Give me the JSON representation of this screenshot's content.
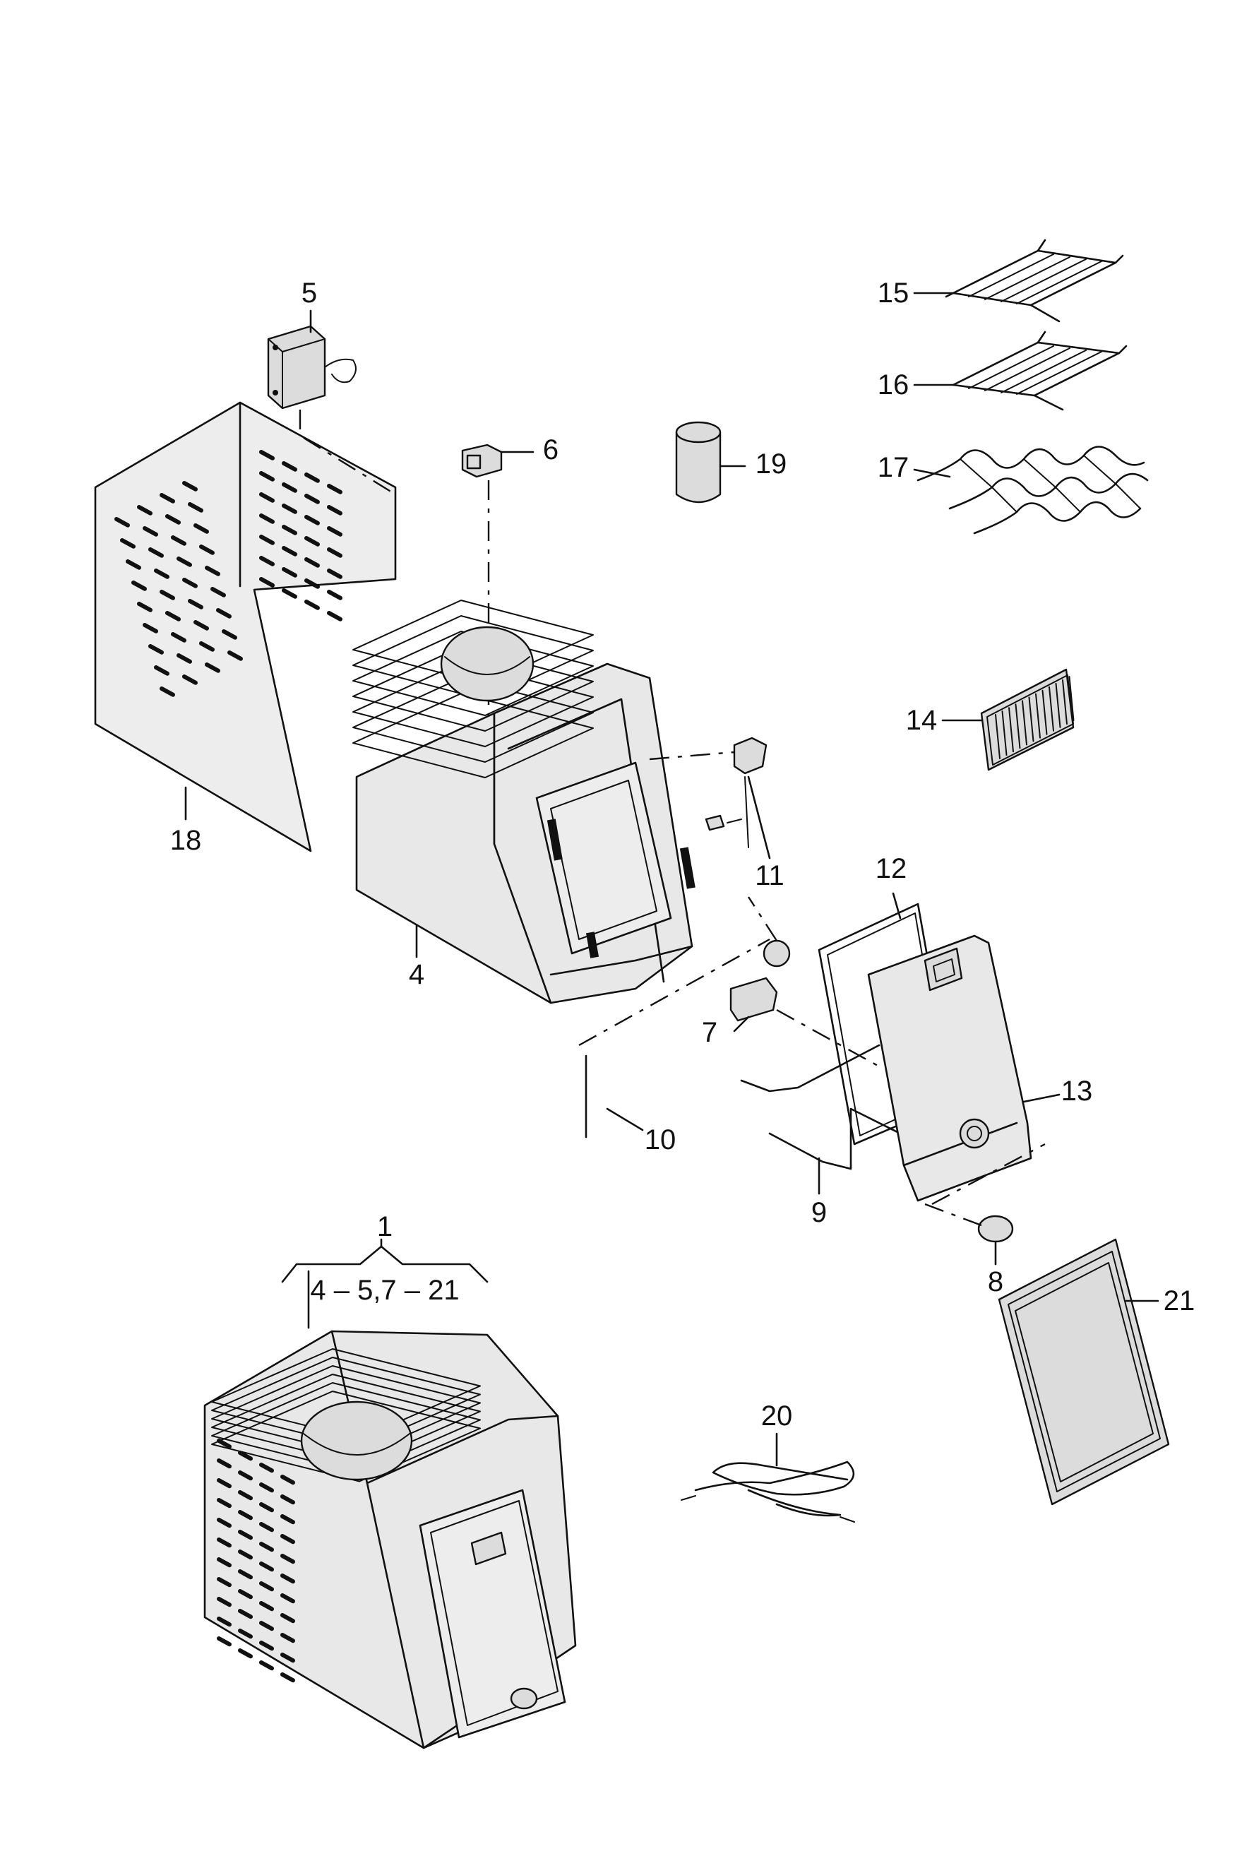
{
  "diagram": {
    "callouts": [
      "5",
      "6",
      "19",
      "15",
      "16",
      "17",
      "14",
      "18",
      "4",
      "11",
      "12",
      "13",
      "7",
      "10",
      "9",
      "8",
      "1",
      "21",
      "20"
    ],
    "group_range": "4 – 5,7 – 21"
  }
}
